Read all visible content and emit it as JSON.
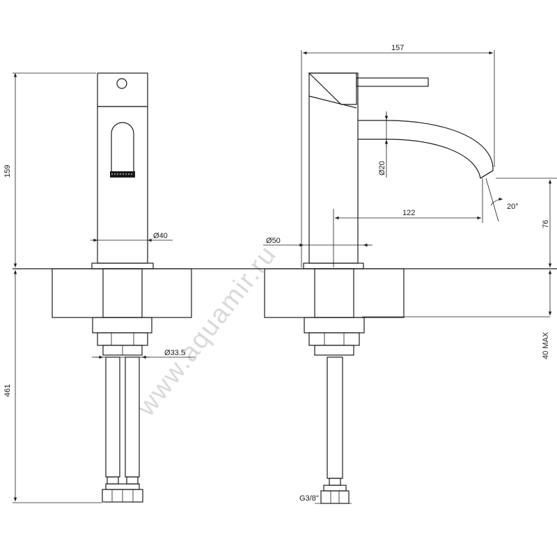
{
  "watermark": "www.aquamir.ru",
  "dimensions": {
    "front_height": "159",
    "front_hose_length": "461",
    "front_diameter": "40",
    "hose_diameter": "33.5",
    "side_total_length": "157",
    "spout_diameter": "20",
    "spout_reach": "122",
    "spout_angle": "20°",
    "base_diameter": "50",
    "spout_height": "76",
    "counter_max": "40 MAX",
    "hose_thread": "G3/8\""
  }
}
